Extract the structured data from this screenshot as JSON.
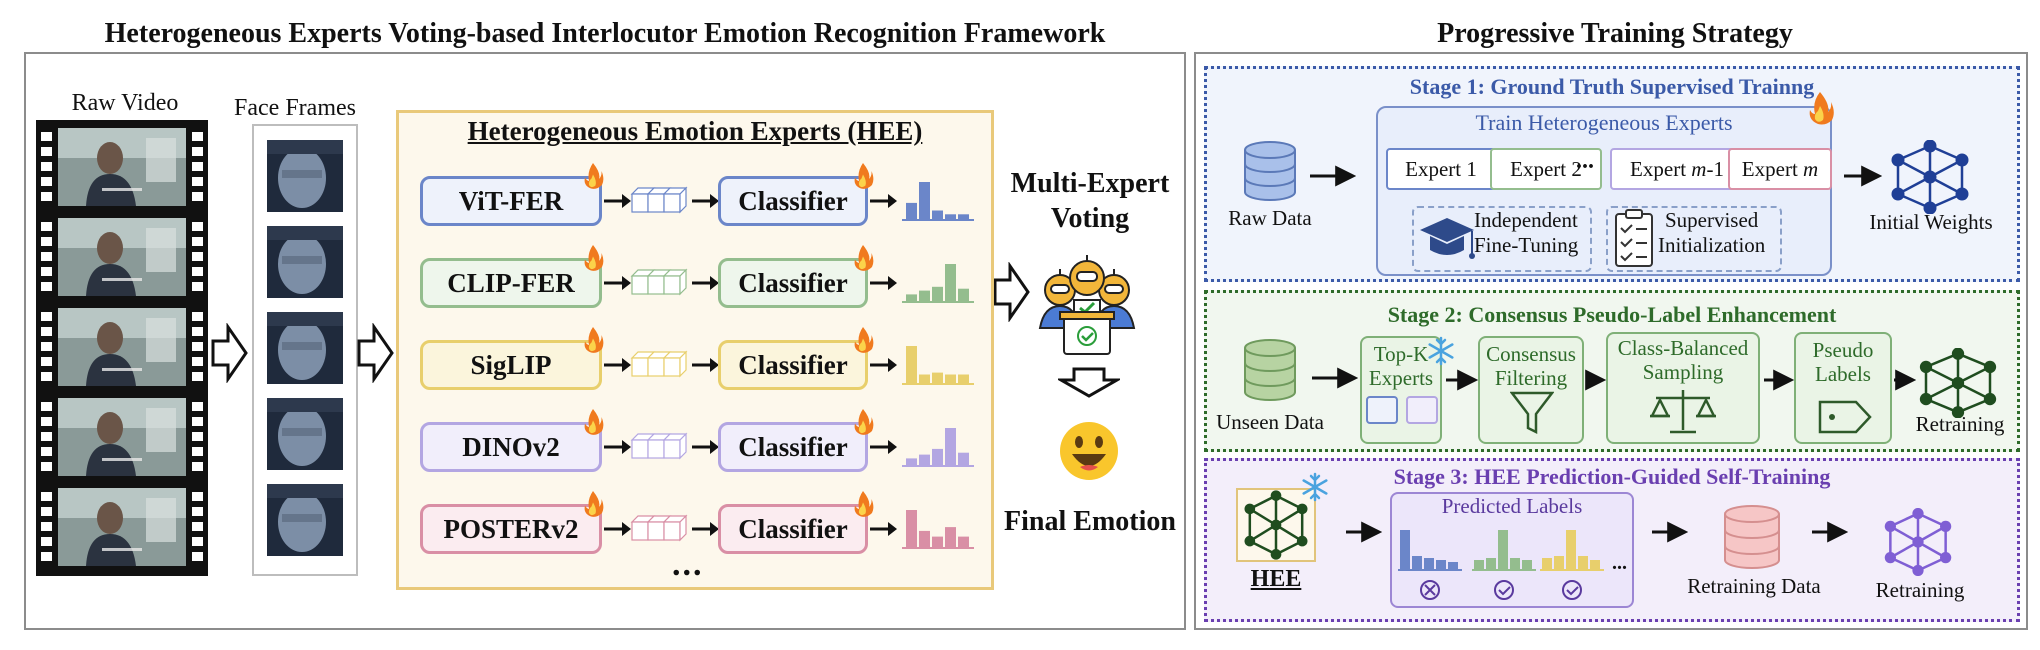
{
  "left_title": "Heterogeneous Experts Voting-based Interlocutor Emotion Recognition Framework",
  "right_title": "Progressive Training Strategy",
  "raw_video_label": "Raw Video",
  "face_frames_label": "Face Frames",
  "hee_title": "Heterogeneous Emotion Experts (HEE)",
  "experts": [
    {
      "name": "ViT-FER",
      "color": "#6b86c9",
      "fill": "#eef2fb",
      "bar": "#6b86c9"
    },
    {
      "name": "CLIP-FER",
      "color": "#94bd8e",
      "fill": "#eef6ec",
      "bar": "#94bd8e"
    },
    {
      "name": "SigLIP",
      "color": "#e8cf6c",
      "fill": "#fbf5dc",
      "bar": "#e8cf6c"
    },
    {
      "name": "DINOv2",
      "color": "#b3a6e2",
      "fill": "#f1eefb",
      "bar": "#b3a6e2"
    },
    {
      "name": "POSTERv2",
      "color": "#d98fa5",
      "fill": "#fbecf0",
      "bar": "#d98fa5"
    }
  ],
  "classifier_label": "Classifier",
  "ellipsis": "...",
  "voting_label_1": "Multi-Expert",
  "voting_label_2": "Voting",
  "final_emotion_label": "Final Emotion",
  "stage1": {
    "title": "Stage 1: Ground Truth Supervised Trainng",
    "raw_data": "Raw Data",
    "train_title": "Train Heterogeneous Experts",
    "expert_boxes": [
      {
        "label": "Expert 1",
        "color": "#6b86c9"
      },
      {
        "label": "Expert 2",
        "color": "#94bd8e"
      },
      {
        "label": "Expert m-1",
        "color": "#b3a6e2"
      },
      {
        "label": "Expert m",
        "color": "#d98fa5"
      }
    ],
    "dots": "...",
    "independent": "Independent",
    "fine_tuning": "Fine-Tuning",
    "supervised": "Supervised",
    "initialization": "Initialization",
    "initial_weights": "Initial Weights"
  },
  "stage2": {
    "title": "Stage 2: Consensus Pseudo-Label Enhancement",
    "unseen_data": "Unseen Data",
    "topk_1": "Top-K",
    "topk_2": "Experts",
    "consensus_1": "Consensus",
    "consensus_2": "Filtering",
    "class_1": "Class-Balanced",
    "class_2": "Sampling",
    "pseudo_1": "Pseudo",
    "pseudo_2": "Labels",
    "retraining": "Retraining"
  },
  "stage3": {
    "title": "Stage 3: HEE Prediction-Guided Self-Training",
    "hee": "HEE",
    "predicted_labels": "Predicted Labels",
    "dots": "...",
    "retraining_data": "Retraining Data",
    "retraining": "Retraining"
  },
  "colors": {
    "stage1": "#3b5aa8",
    "stage2": "#2e6b2a",
    "stage3": "#6a3fb0",
    "hee_border": "#e9c97a",
    "hee_fill": "#fdf8ec",
    "fire": "#f07a1e"
  }
}
